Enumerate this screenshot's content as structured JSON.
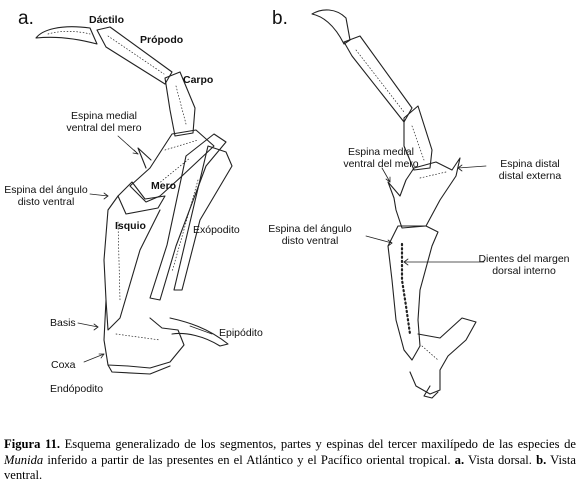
{
  "panels": {
    "a": "a.",
    "b": "b."
  },
  "labels_a": {
    "dactilo": "Dáctilo",
    "propodo": "Própodo",
    "carpo": "Carpo",
    "espina_medial_1": "Espina medial",
    "espina_medial_2": "ventral del mero",
    "espina_angulo_1": "Espina del ángulo",
    "espina_angulo_2": "disto ventral",
    "mero": "Mero",
    "isquio": "Isquio",
    "exopodito": "Exópodito",
    "basis": "Basis",
    "epipodito": "Epipódito",
    "coxa": "Coxa",
    "endopodito": "Endópodito"
  },
  "labels_b": {
    "espina_medial_1": "Espina medial",
    "espina_medial_2": "ventral del mero",
    "espina_distal_1": "Espina distal",
    "espina_distal_2": "distal externa",
    "espina_angulo_1": "Espina del ángulo",
    "espina_angulo_2": "disto ventral",
    "dientes_1": "Dientes del margen",
    "dientes_2": "dorsal interno"
  },
  "caption": {
    "figure_label": "Figura 11.",
    "text_1": " Esquema generalizado de los segmentos, partes y espinas del tercer maxilípedo de las especies de ",
    "genus": "Munida",
    "text_2": " inferido a partir de las presentes en el Atlántico y el Pacífico oriental tropical. ",
    "a_label": "a.",
    "a_text": " Vista dorsal. ",
    "b_label": "b.",
    "b_text": " Vista ventral."
  }
}
